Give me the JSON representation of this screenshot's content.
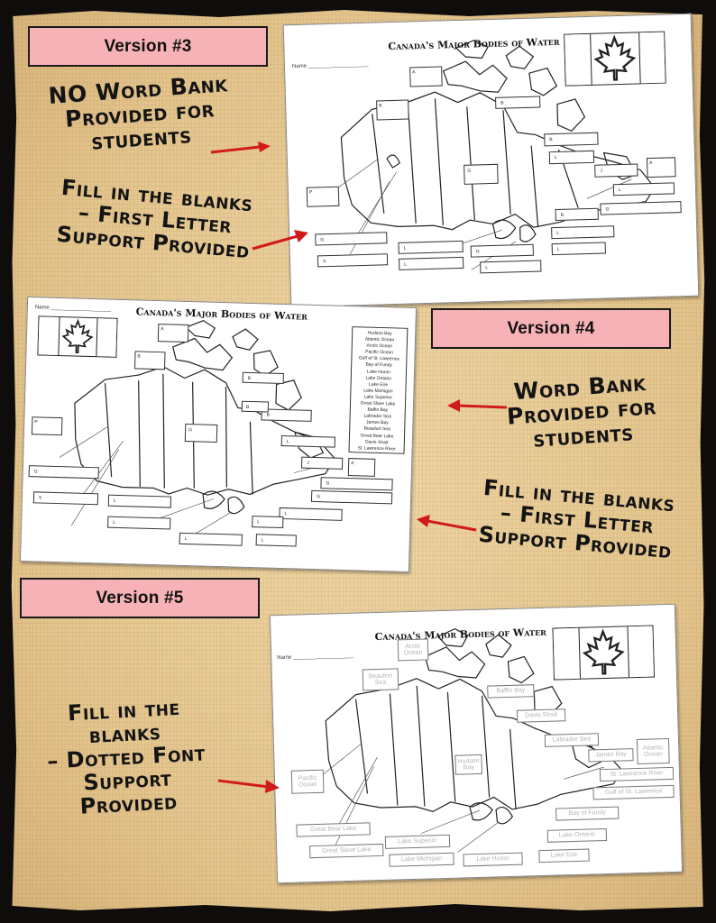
{
  "labels": {
    "v3": "Version #3",
    "v4": "Version #4",
    "v5": "Version #5"
  },
  "notes": {
    "v3_a": [
      "NO Word Bank",
      "Provided for",
      "students"
    ],
    "v3_b": [
      "Fill in the blanks",
      "– First Letter",
      "Support Provided"
    ],
    "v4_a": [
      "Word Bank",
      "Provided for",
      "students"
    ],
    "v4_b": [
      "Fill in the blanks",
      "– First Letter",
      "Support Provided"
    ],
    "v5_a": [
      "Fill in the",
      "blanks",
      "– Dotted Font",
      "Support",
      "Provided"
    ]
  },
  "worksheet": {
    "title": "Canada's Major Bodies of Water",
    "name_label": "Name"
  },
  "v3_boxes": [
    "A",
    "B",
    "B",
    "B",
    "P",
    "G",
    "L",
    "J",
    "A",
    "L",
    "G",
    "G",
    "L",
    "L",
    "L",
    "L",
    "L",
    "B",
    "S",
    "G"
  ],
  "v4_boxes": [
    "A",
    "B",
    "B",
    "B",
    "P",
    "G",
    "J",
    "A",
    "L",
    "G",
    "G",
    "L",
    "L",
    "L",
    "L",
    "L",
    "L",
    "B",
    "S",
    "G"
  ],
  "v4_wordbank": [
    "Hudson Bay",
    "Atlantic Ocean",
    "Arctic Ocean",
    "Pacific Ocean",
    "Gulf of St. Lawrence",
    "Bay of Fundy",
    "Lake Huron",
    "Lake Ontario",
    "Lake Erie",
    "Lake Michigan",
    "Lake Superior",
    "Great Slave Lake",
    "Baffin Bay",
    "Labrador Sea",
    "James Bay",
    "Beaufort Sea",
    "Great Bear Lake",
    "Davis Strait",
    "St. Lawrence River"
  ],
  "v5_boxes": [
    "Arctic Ocean",
    "Beaufort Sea",
    "Baffin Bay",
    "Davis Strait",
    "Labrador Sea",
    "James Bay",
    "Atlantic Ocean",
    "Pacific Ocean",
    "Hudson Bay",
    "St. Lawrence River",
    "Gulf of St. Lawrence",
    "Bay of Fundy",
    "Great Bear Lake",
    "Great Slave Lake",
    "Lake Superior",
    "Lake Michigan",
    "Lake Huron",
    "Lake Ontario",
    "Lake Erie"
  ],
  "colors": {
    "label_pink": "#f6b2b6",
    "arrow_red": "#d11a1a",
    "parchment": "#e8cd98"
  },
  "icons": [
    "maple-leaf-icon",
    "arrow-icon"
  ]
}
